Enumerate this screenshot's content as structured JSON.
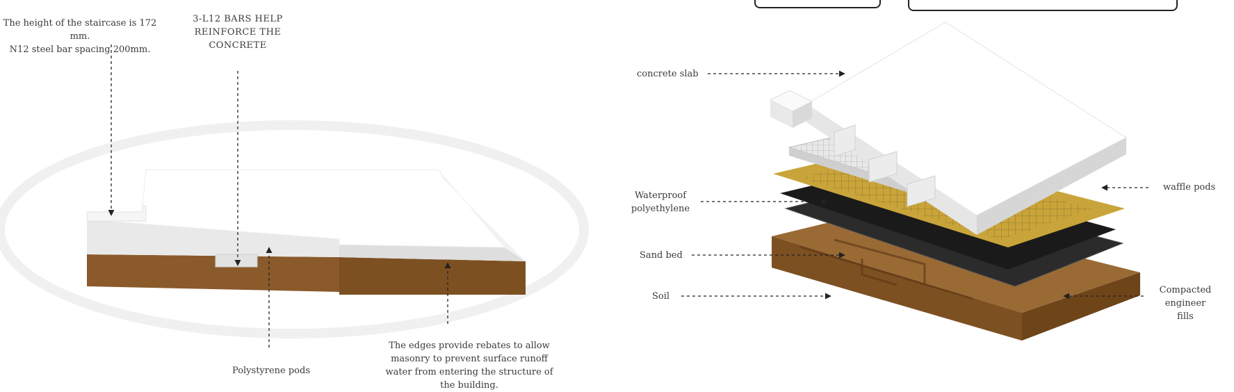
{
  "left_diagram": {
    "labels": {
      "staircase": [
        "The height of the staircase is 172 mm.",
        "N12 steel bar spacing 200mm."
      ],
      "bars": [
        "3-L12 BARS HELP",
        "REINFORCE THE",
        "CONCRETE"
      ],
      "pods": "Polystyrene pods",
      "edges": [
        "The edges provide rebates to allow",
        "masonry to prevent surface runoff",
        "water from entering the structure of",
        "the building."
      ]
    }
  },
  "right_diagram": {
    "labels": {
      "slab": "concrete slab",
      "waterproof": [
        "Waterproof",
        "polyethylene"
      ],
      "sand": "Sand bed",
      "soil": "Soil",
      "waffle": "waffle pods",
      "compacted": [
        "Compacted engineer",
        "fills"
      ]
    }
  },
  "colors": {
    "concrete": "#f4f4f4",
    "soil": "#8a5a2b",
    "polyethylene": "#c9a43a",
    "sand": "#1e1e1e"
  }
}
